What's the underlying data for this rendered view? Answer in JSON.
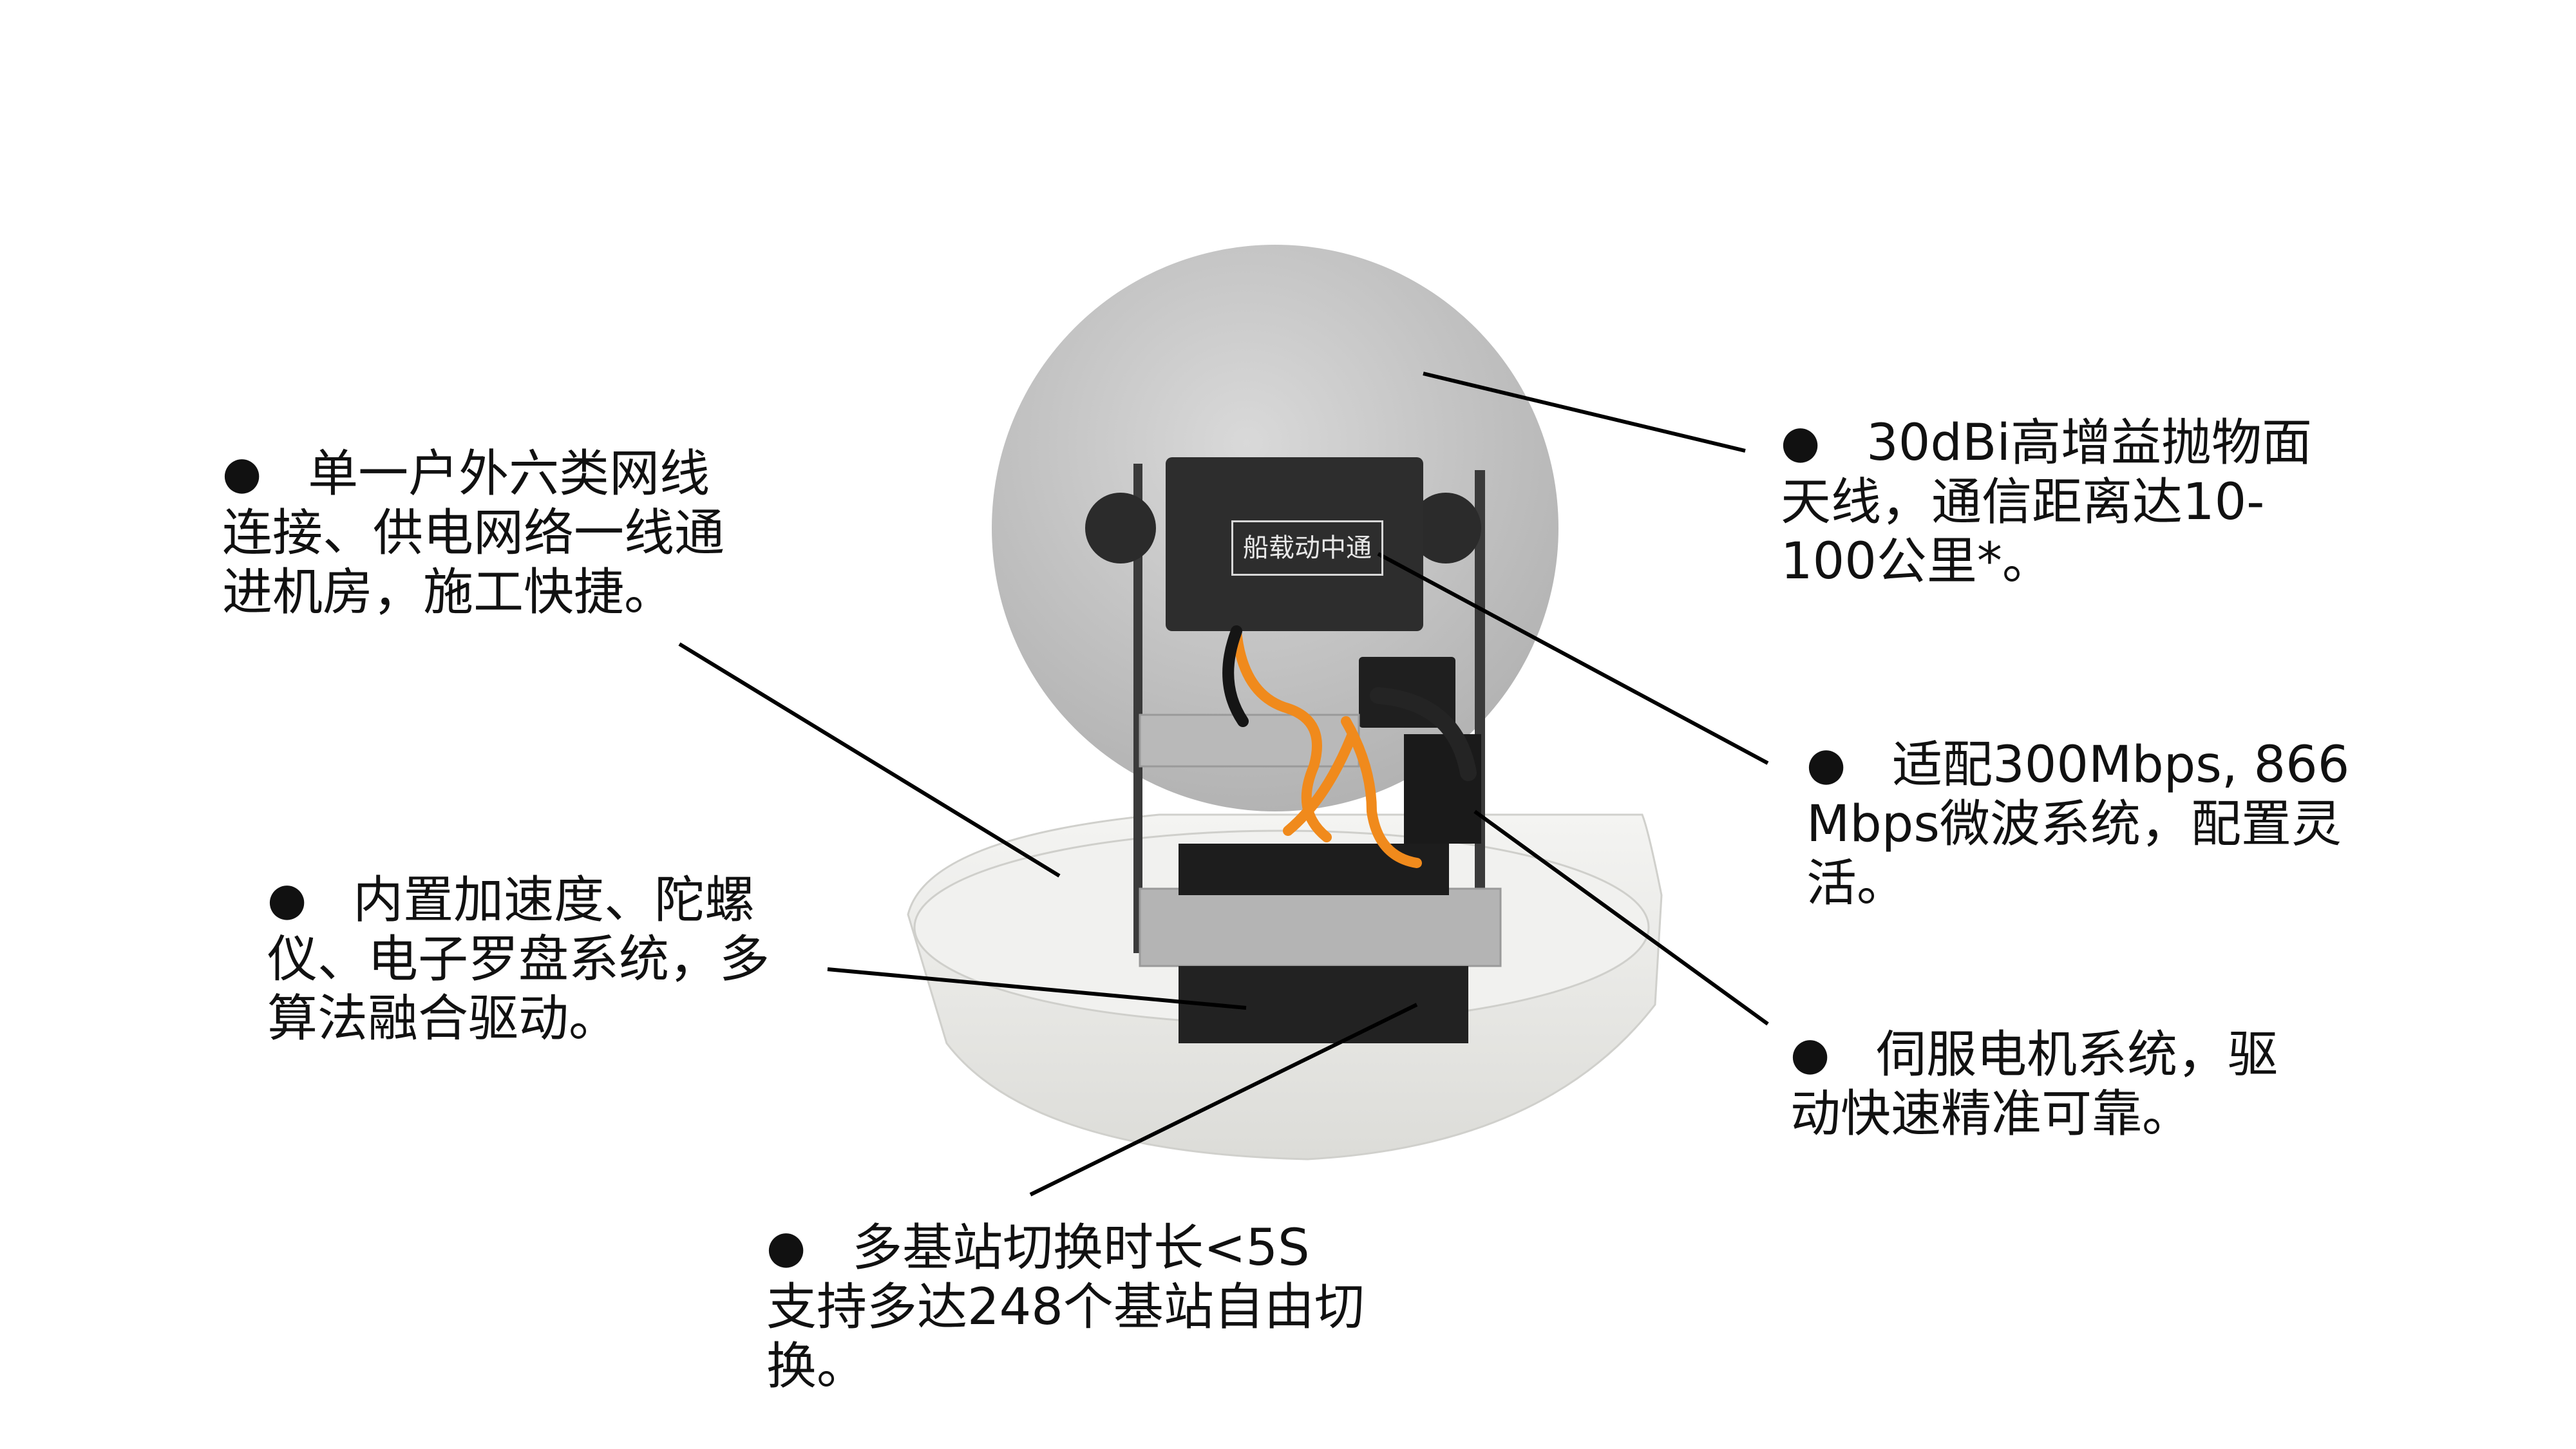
{
  "device_label": "船载动中通",
  "bullet_glyph": "●",
  "callouts": {
    "network": {
      "lines": [
        "单一户外六类网线",
        "连接、供电网络一线通",
        "进机房，施工快捷。"
      ]
    },
    "sensors": {
      "lines": [
        "内置加速度、陀螺",
        "仪、电子罗盘系统，多",
        "算法融合驱动。"
      ]
    },
    "basestation": {
      "lines": [
        "多基站切换时长<5S",
        "支持多达248个基站自由切",
        "换。"
      ]
    },
    "antenna": {
      "lines": [
        "30dBi高增益抛物面",
        "天线，通信距离达10-",
        "100公里*。"
      ]
    },
    "microwave": {
      "lines": [
        "适配300Mbps, 866",
        "Mbps微波系统，配置灵",
        "活。"
      ]
    },
    "servo": {
      "lines": [
        "伺服电机系统，驱",
        "动快速精准可靠。"
      ]
    }
  },
  "colors": {
    "text": "#111111",
    "leader_line": "#000000",
    "dish": "#cfcfcf",
    "base_shell": "#e9e9e6",
    "cable": "#f08a1c",
    "frame": "#b9b9b9",
    "enclosure": "#2a2a2a"
  }
}
